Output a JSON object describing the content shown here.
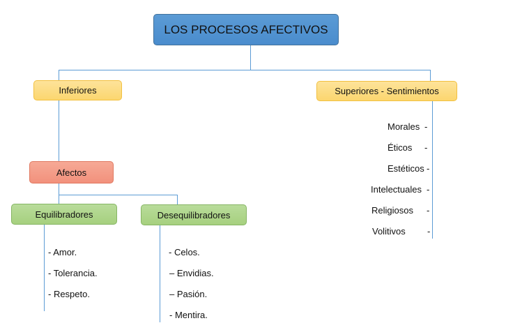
{
  "diagram": {
    "title": "LOS PROCESOS AFECTIVOS",
    "inferiores": "Inferiores",
    "superiores": "Superiores - Sentimientos",
    "afectos": "Afectos",
    "equilibradores": "Equilibradores",
    "desequilibradores": "Desequilibradores",
    "equilibradores_items": [
      "- Amor.",
      "- Tolerancia.",
      "- Respeto."
    ],
    "desequilibradores_items": [
      "- Celos.",
      "– Envidias.",
      "– Pasión.",
      "- Mentira."
    ],
    "superiores_items": [
      "Morales",
      "Éticos",
      "Estéticos",
      "Intelectuales",
      "Religiosos",
      "Volitivos"
    ],
    "superiores_dash": "-"
  },
  "colors": {
    "connector": "#5b9bd5",
    "title_fill": "#5b9bd5",
    "yellow_fill": "#fdd877",
    "salmon_fill": "#f4a08a",
    "green_fill": "#a9d18e"
  }
}
